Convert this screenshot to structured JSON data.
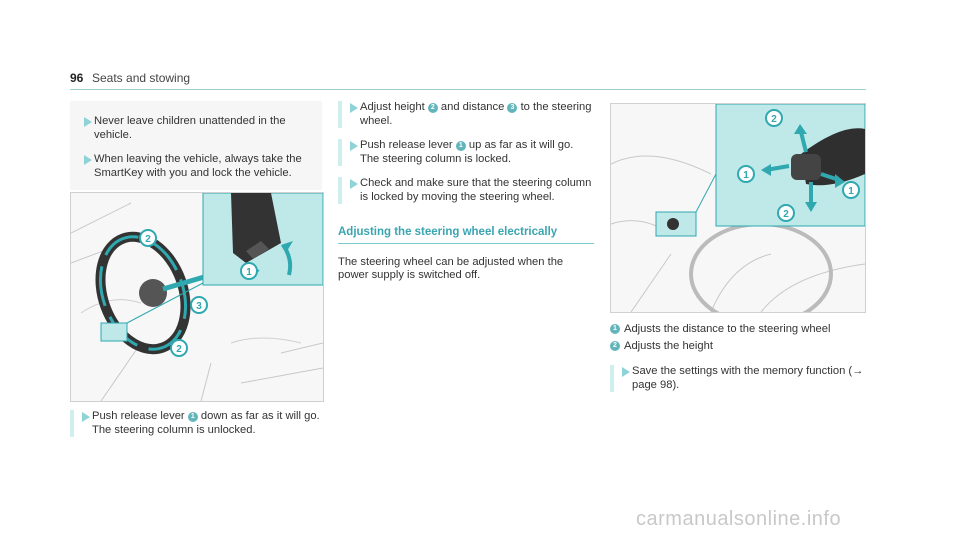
{
  "header": {
    "page_number": "96",
    "title": "Seats and stowing"
  },
  "col1": {
    "notes": [
      {
        "text": "Never leave children unattended in the vehicle."
      },
      {
        "text": "When leaving the vehicle, always take the SmartKey with you and lock the vehicle."
      }
    ],
    "step": {
      "prefix": "Push release lever",
      "badge": "1",
      "suffix": "down as far as it will go.",
      "result": "The steering column is unlocked."
    }
  },
  "col2": {
    "step1": {
      "t1": "Adjust height",
      "b1": "2",
      "t2": "and distance",
      "b2": "3",
      "t3": "to the steering wheel."
    },
    "step2": {
      "t1": "Push release lever",
      "b1": "1",
      "t2": "up as far as it will go.",
      "result": "The steering column is locked."
    },
    "step3": {
      "text": "Check and make sure that the steering column is locked by moving the steering wheel."
    },
    "section_title": "Adjusting the steering wheel electrically",
    "paragraph": "The steering wheel can be adjusted when the power supply is switched off."
  },
  "col3": {
    "legend": [
      {
        "badge": "1",
        "text": "Adjusts the distance to the steering wheel"
      },
      {
        "badge": "2",
        "text": "Adjusts the height"
      }
    ],
    "step": {
      "text": "Save the settings with the memory function (→ page 98)."
    }
  },
  "figures": {
    "left_callouts": [
      "2",
      "1",
      "3",
      "2"
    ],
    "right_callouts": [
      "2",
      "1",
      "1",
      "2"
    ]
  },
  "watermark": "carmanualsonline.info",
  "colors": {
    "accent": "#3aa5b0",
    "callout": "#2fa8b0",
    "inset": "#bfe9e9"
  }
}
